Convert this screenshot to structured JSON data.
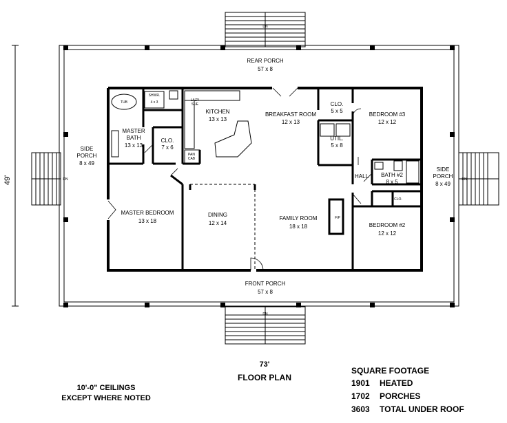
{
  "plan": {
    "title": "FLOOR PLAN",
    "width_dim": "73'",
    "depth_dim": "49'",
    "ceiling_note_1": "10'-0\" CEILINGS",
    "ceiling_note_2": "EXCEPT WHERE NOTED"
  },
  "square_footage": {
    "heading": "SQUARE FOOTAGE",
    "rows": [
      {
        "value": "1901",
        "label": "HEATED"
      },
      {
        "value": "1702",
        "label": "PORCHES"
      },
      {
        "value": "3603",
        "label": "TOTAL UNDER ROOF"
      }
    ]
  },
  "rooms": {
    "rear_porch": {
      "name": "REAR PORCH",
      "size": "57 x 8"
    },
    "front_porch": {
      "name": "FRONT PORCH",
      "size": "57 x 8"
    },
    "side_porch_left": {
      "name": "SIDE",
      "name2": "PORCH",
      "size": "8 x 49"
    },
    "side_porch_right": {
      "name": "SIDE",
      "name2": "PORCH",
      "size": "8 x 49"
    },
    "master_bath": {
      "name": "MASTER",
      "name2": "BATH",
      "size": "13 x 13"
    },
    "master_closet": {
      "name": "CLO.",
      "size": "7 x 6"
    },
    "kitchen": {
      "name": "KITCHEN",
      "size": "13 x 13"
    },
    "breakfast": {
      "name": "BREAKFAST ROOM",
      "size": "12 x 13"
    },
    "closet_5x5": {
      "name": "CLO.",
      "size": "5 x 5"
    },
    "util": {
      "name": "UTIL.",
      "size": "5 x 8"
    },
    "bedroom3": {
      "name": "BEDROOM #3",
      "size": "12 x 12"
    },
    "master_bedroom": {
      "name": "MASTER BEDROOM",
      "size": "13 x 18"
    },
    "dining": {
      "name": "DINING",
      "size": "12 x 14"
    },
    "family": {
      "name": "FAMILY ROOM",
      "size": "18 x 18"
    },
    "bath2": {
      "name": "BATH #2",
      "size": "8 x 5"
    },
    "bedroom2": {
      "name": "BEDROOM #2",
      "size": "12 x 12"
    },
    "hall": {
      "name": "HALL"
    },
    "bedroom2_closet": {
      "name": "CLO."
    }
  },
  "fixtures": {
    "tub": "TUB",
    "shower": "SHWR.",
    "shower_size": "4 x 3",
    "lazy_sue": "LAZY",
    "lazy_sue2": "SUE",
    "pan_cab": "PAN",
    "pan_cab2": "CAB",
    "fireplace": "F/P",
    "down": "DN"
  }
}
